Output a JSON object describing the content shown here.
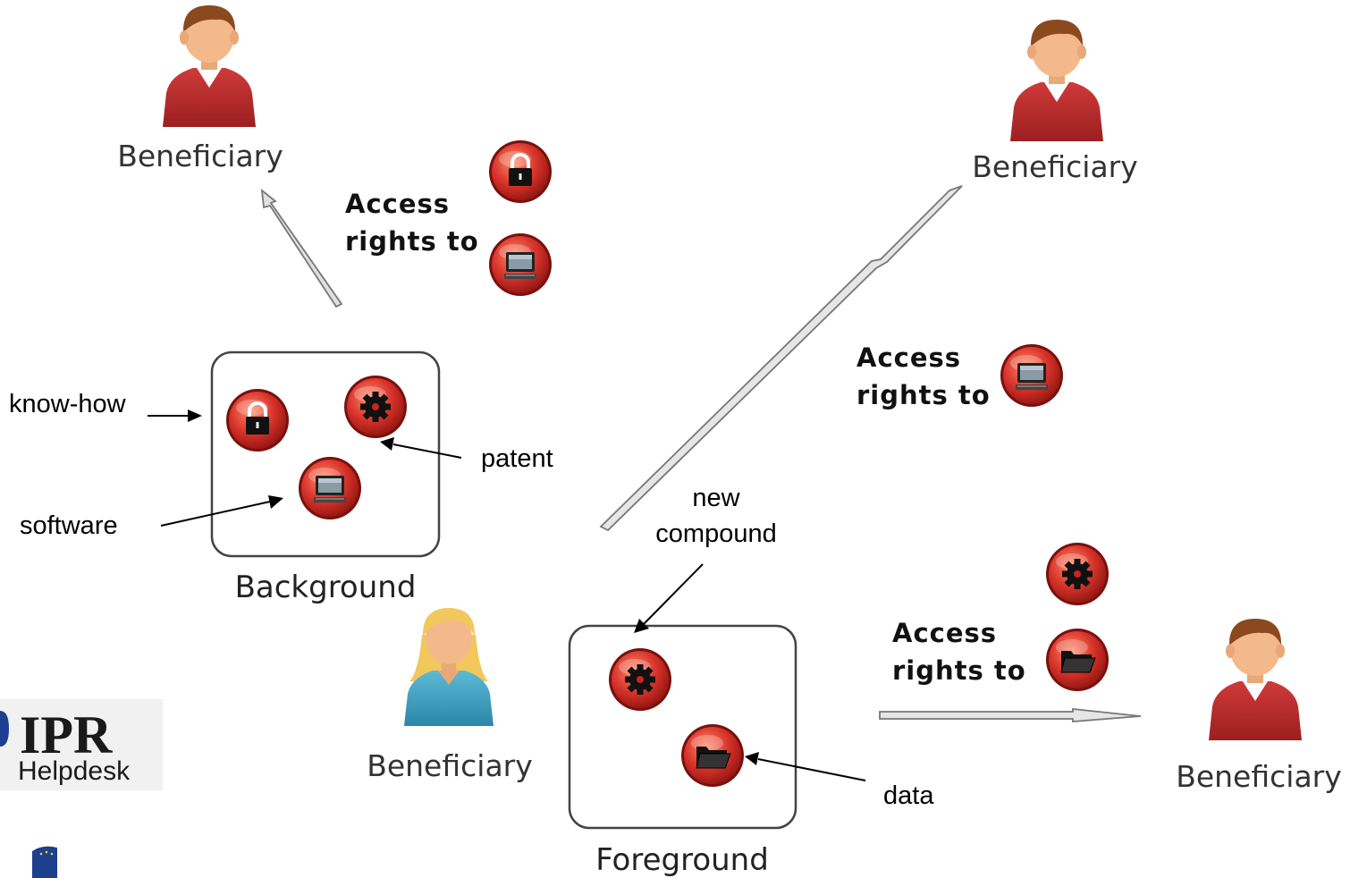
{
  "roles": {
    "top_left": "Beneficiary",
    "top_right": "Beneficiary",
    "middle": "Beneficiary",
    "bottom_right": "Beneficiary"
  },
  "boxes": {
    "background": "Background",
    "foreground": "Foreground"
  },
  "annotations": {
    "know_how": "know-how",
    "patent": "patent",
    "software": "software",
    "new_compound_line1": "new",
    "new_compound_line2": "compound",
    "data": "data"
  },
  "access_rights": {
    "line1": "Access",
    "line2": "rights to"
  },
  "logo": {
    "line1": "IPR",
    "line2": "Helpdesk"
  },
  "icons": {
    "know_how": "padlock-icon",
    "patent": "gear-icon",
    "software": "computer-icon",
    "data": "folder-icon"
  },
  "colors": {
    "badge": "#d8332a",
    "male_shirt": "#b8282a",
    "female_shirt": "#3fa3c4",
    "logo_blue": "#1d3f8f"
  }
}
